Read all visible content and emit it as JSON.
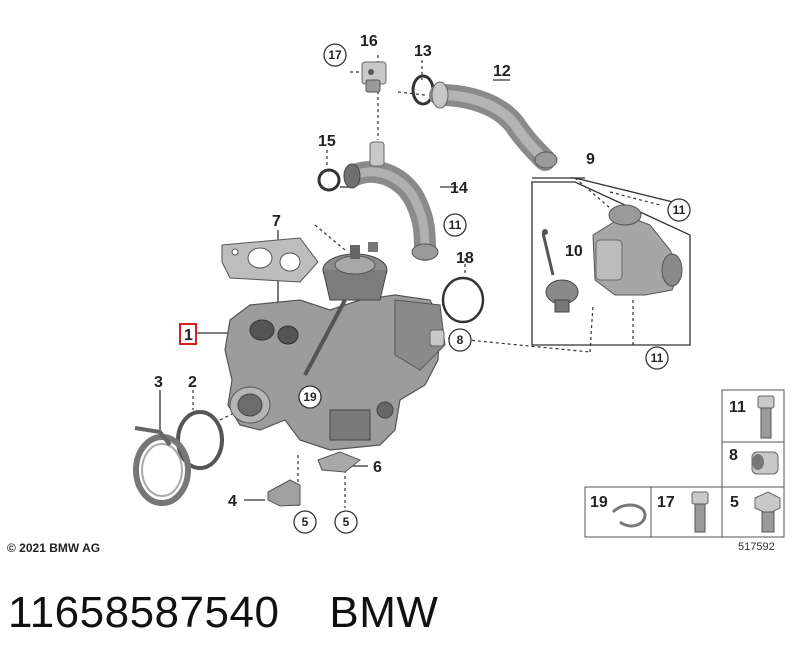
{
  "diagram": {
    "parts": {
      "p1": "1",
      "p2": "2",
      "p3": "3",
      "p4": "4",
      "p5a": "5",
      "p5b": "5",
      "p6": "6",
      "p7": "7",
      "p8": "8",
      "p9": "9",
      "p10": "10",
      "p11a": "11",
      "p11b": "11",
      "p11c": "11",
      "p12": "12",
      "p13": "13",
      "p14": "14",
      "p15": "15",
      "p16": "16",
      "p17": "17",
      "p18": "18",
      "p19": "19"
    },
    "hardware_table": {
      "cell_11": "11",
      "cell_8": "8",
      "cell_19": "19",
      "cell_17": "17",
      "cell_5": "5"
    }
  },
  "footer": {
    "copyright": "© 2021 BMW AG",
    "reference_number": "517592"
  },
  "caption": {
    "part_number": "11658587540",
    "brand": "BMW"
  }
}
